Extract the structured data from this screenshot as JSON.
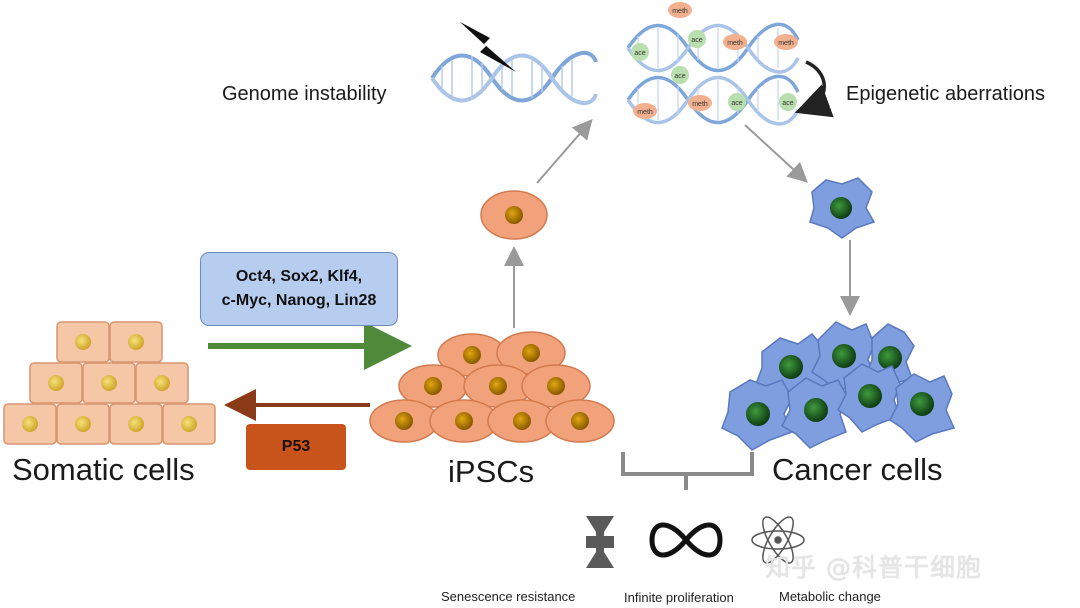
{
  "labels": {
    "genome_instability": "Genome instability",
    "epigenetic_aberrations": "Epigenetic aberrations",
    "somatic_cells": "Somatic cells",
    "ipscs": "iPSCs",
    "cancer_cells": "Cancer cells",
    "p53": "P53",
    "senescence_resistance": "Senescence resistance",
    "infinite_proliferation": "Infinite proliferation",
    "metabolic_change": "Metabolic change"
  },
  "factors": {
    "line1": "Oct4, Sox2, Klf4,",
    "line2": "c-Myc, Nanog, Lin28"
  },
  "marks": {
    "meth": "meth",
    "ace": "ace"
  },
  "watermark": "知乎 @科普干细胞",
  "colors": {
    "somatic_fill": "#f6c7a6",
    "ipsc_fill": "#f2a27a",
    "ipsc_nucleus": "#c98a0a",
    "cancer_fill": "#7e9ee0",
    "cancer_nucleus": "#1f6e24",
    "green_arrow": "#4f8a3a",
    "brown_arrow": "#8a3a16",
    "dna": "#7ea6d8",
    "factor_box": "#b7cdf0",
    "p53_box": "#c8541b"
  }
}
